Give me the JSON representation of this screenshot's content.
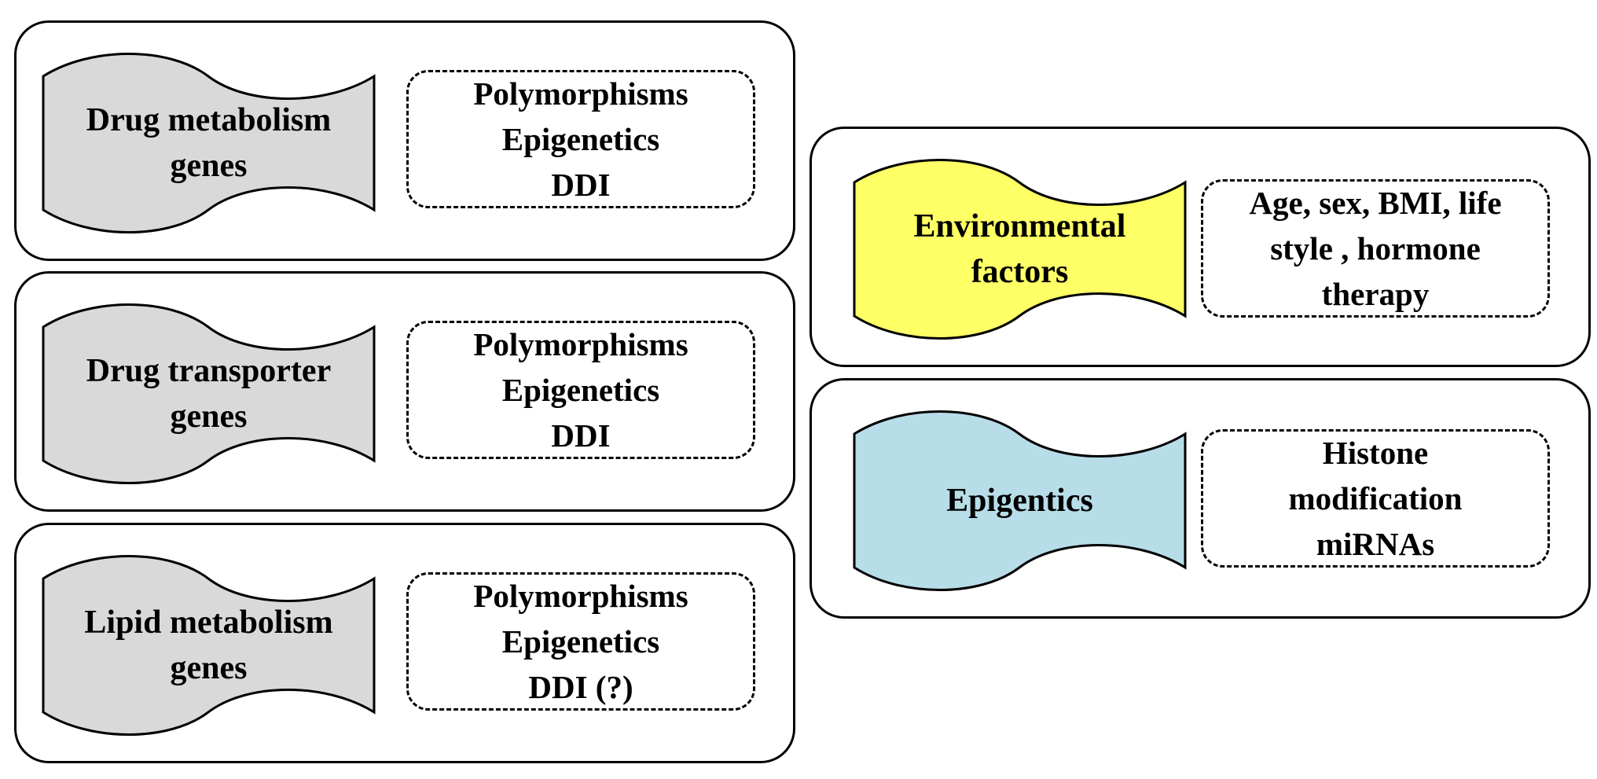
{
  "colors": {
    "gene_fill": "#d9d9d9",
    "environment_fill": "#ffff66",
    "epigenetics_fill": "#b7dde8",
    "outline": "#000000"
  },
  "panels": [
    {
      "title": "Drug metabolism\ngenes",
      "details": [
        "Polymorphisms",
        "Epigenetics",
        "DDI"
      ]
    },
    {
      "title": "Drug transporter\ngenes",
      "details": [
        "Polymorphisms",
        "Epigenetics",
        "DDI"
      ]
    },
    {
      "title": "Lipid metabolism\ngenes",
      "details": [
        "Polymorphisms",
        "Epigenetics",
        "DDI (?)"
      ]
    },
    {
      "title": "Environmental\nfactors",
      "details": [
        "Age, sex, BMI, life",
        "style , hormone",
        "therapy"
      ]
    },
    {
      "title": "Epigentics",
      "details": [
        "Histone",
        "modification",
        "miRNAs"
      ]
    }
  ]
}
